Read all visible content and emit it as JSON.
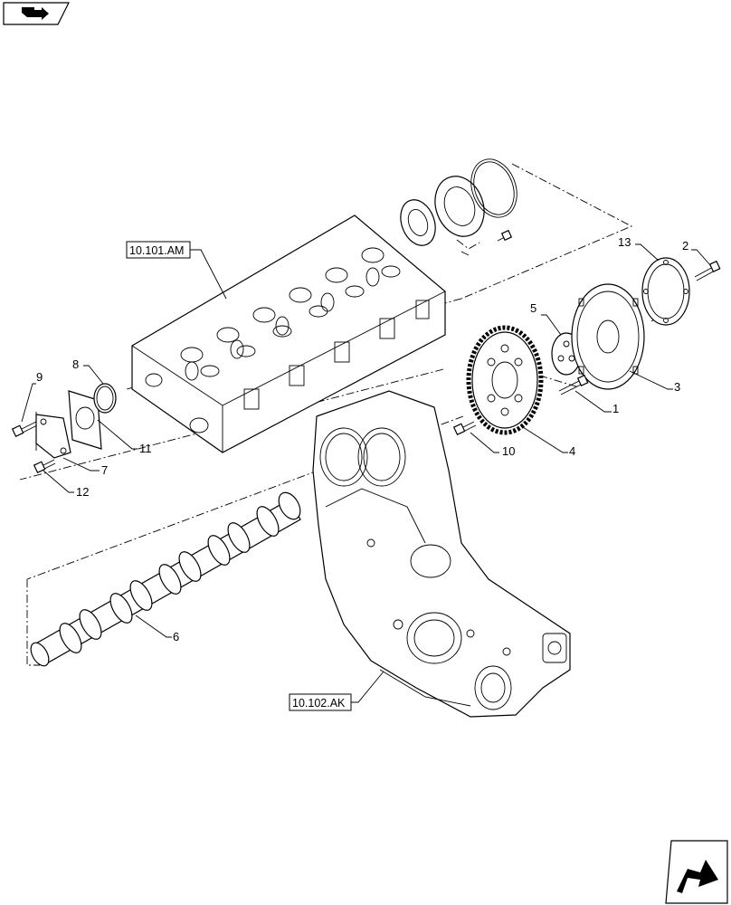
{
  "references": {
    "cylinder_head": "10.101.AM",
    "gear_housing": "10.102.AK"
  },
  "callouts": {
    "c1": "1",
    "c2": "2",
    "c3": "3",
    "c4": "4",
    "c5": "5",
    "c6": "6",
    "c7": "7",
    "c8": "8",
    "c9": "9",
    "c10": "10",
    "c11": "11",
    "c12": "12",
    "c13": "13"
  },
  "icons": {
    "top_left": "previous-page-arrow-icon",
    "bottom_right": "next-page-arrow-icon"
  }
}
